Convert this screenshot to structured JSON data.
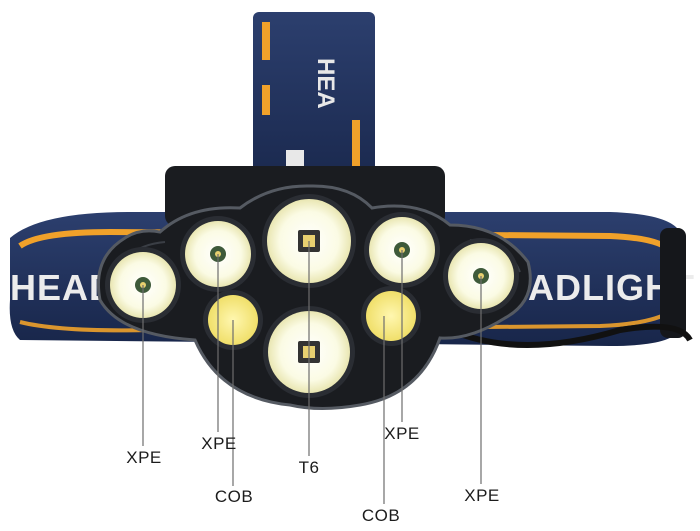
{
  "strap_text_left": "HEADLIG",
  "strap_text_right": "ADLIGHT",
  "strap_text_top": "HEA",
  "labels": {
    "xpe_far_left": "XPE",
    "xpe_inner_left": "XPE",
    "cob_left": "COB",
    "t6": "T6",
    "cob_right": "COB",
    "xpe_inner_right": "XPE",
    "xpe_far_right": "XPE"
  },
  "colors": {
    "strap": "#1e2f57",
    "stripe": "#f0a12a",
    "housing": "#1a1c20",
    "led_glow": "#fbfbe6",
    "cob_glow": "#f4ea8a"
  }
}
